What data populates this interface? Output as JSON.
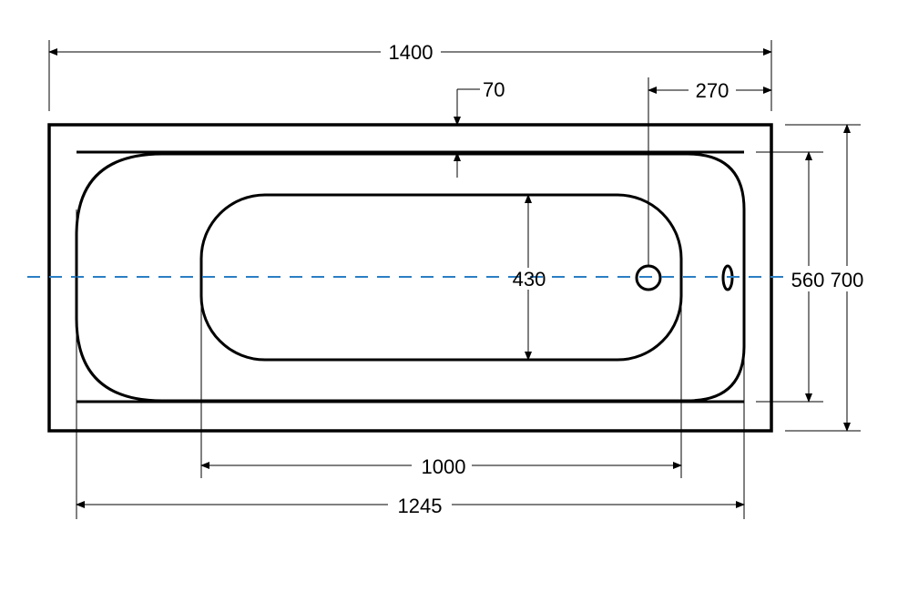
{
  "colors": {
    "line": "#000000",
    "centerline": "#2a7fc4",
    "background": "#ffffff"
  },
  "dimensions": {
    "overall_length": "1400",
    "rim_width": "70",
    "drain_offset": "270",
    "inner_width": "430",
    "basin_width": "560",
    "overall_width": "700",
    "inner_length": "1000",
    "basin_length": "1245"
  }
}
